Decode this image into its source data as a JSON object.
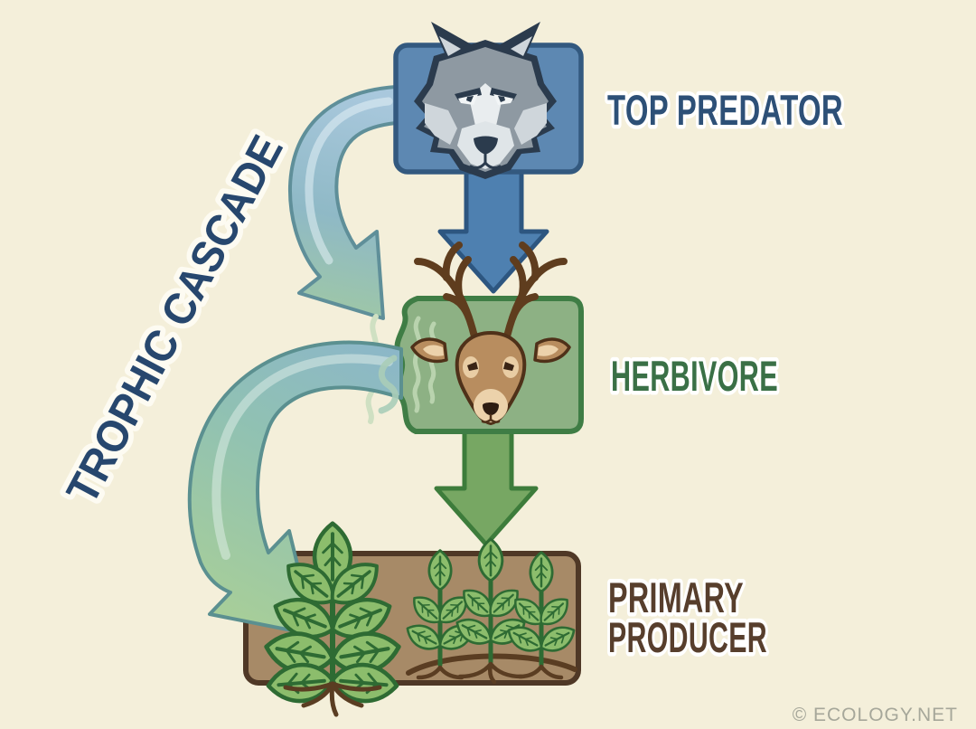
{
  "diagram_title": {
    "text": "TROPHIC CASCADE",
    "color": "#27476e"
  },
  "watermark": {
    "text": "© ECOLOGY.NET",
    "color": "#a6a79a"
  },
  "background_color": "#f4efda",
  "levels": [
    {
      "name": "top-predator",
      "label": "TOP PREDATOR",
      "icon": "wolf-icon",
      "box_fill": "#5d88b2",
      "box_border": "#33597f",
      "label_color": "#2d5077"
    },
    {
      "name": "herbivore",
      "label": "HERBIVORE",
      "icon": "deer-icon",
      "box_fill": "#8db184",
      "box_border": "#3f7d45",
      "label_color": "#3a7046"
    },
    {
      "name": "primary-producer",
      "label": "PRIMARY PRODUCER",
      "label_lines": [
        "PRIMARY",
        "PRODUCER"
      ],
      "icon": "plants-icon",
      "box_fill": "#a78a67",
      "box_border": "#4f3826",
      "label_color": "#573e2c"
    }
  ],
  "arrows": {
    "direct": [
      {
        "from": "top-predator",
        "to": "herbivore",
        "color": "#4e80b0"
      },
      {
        "from": "herbivore",
        "to": "primary-producer",
        "color": "#77a763"
      }
    ],
    "cascade": [
      {
        "from": "top-predator",
        "to": "herbivore",
        "gradient": [
          "#a9c8dd",
          "#8fb9c6",
          "#9fc8a4"
        ]
      },
      {
        "from": "herbivore",
        "to": "primary-producer",
        "gradient": [
          "#8cb7c8",
          "#90c1b3",
          "#a9cf97"
        ]
      }
    ]
  }
}
